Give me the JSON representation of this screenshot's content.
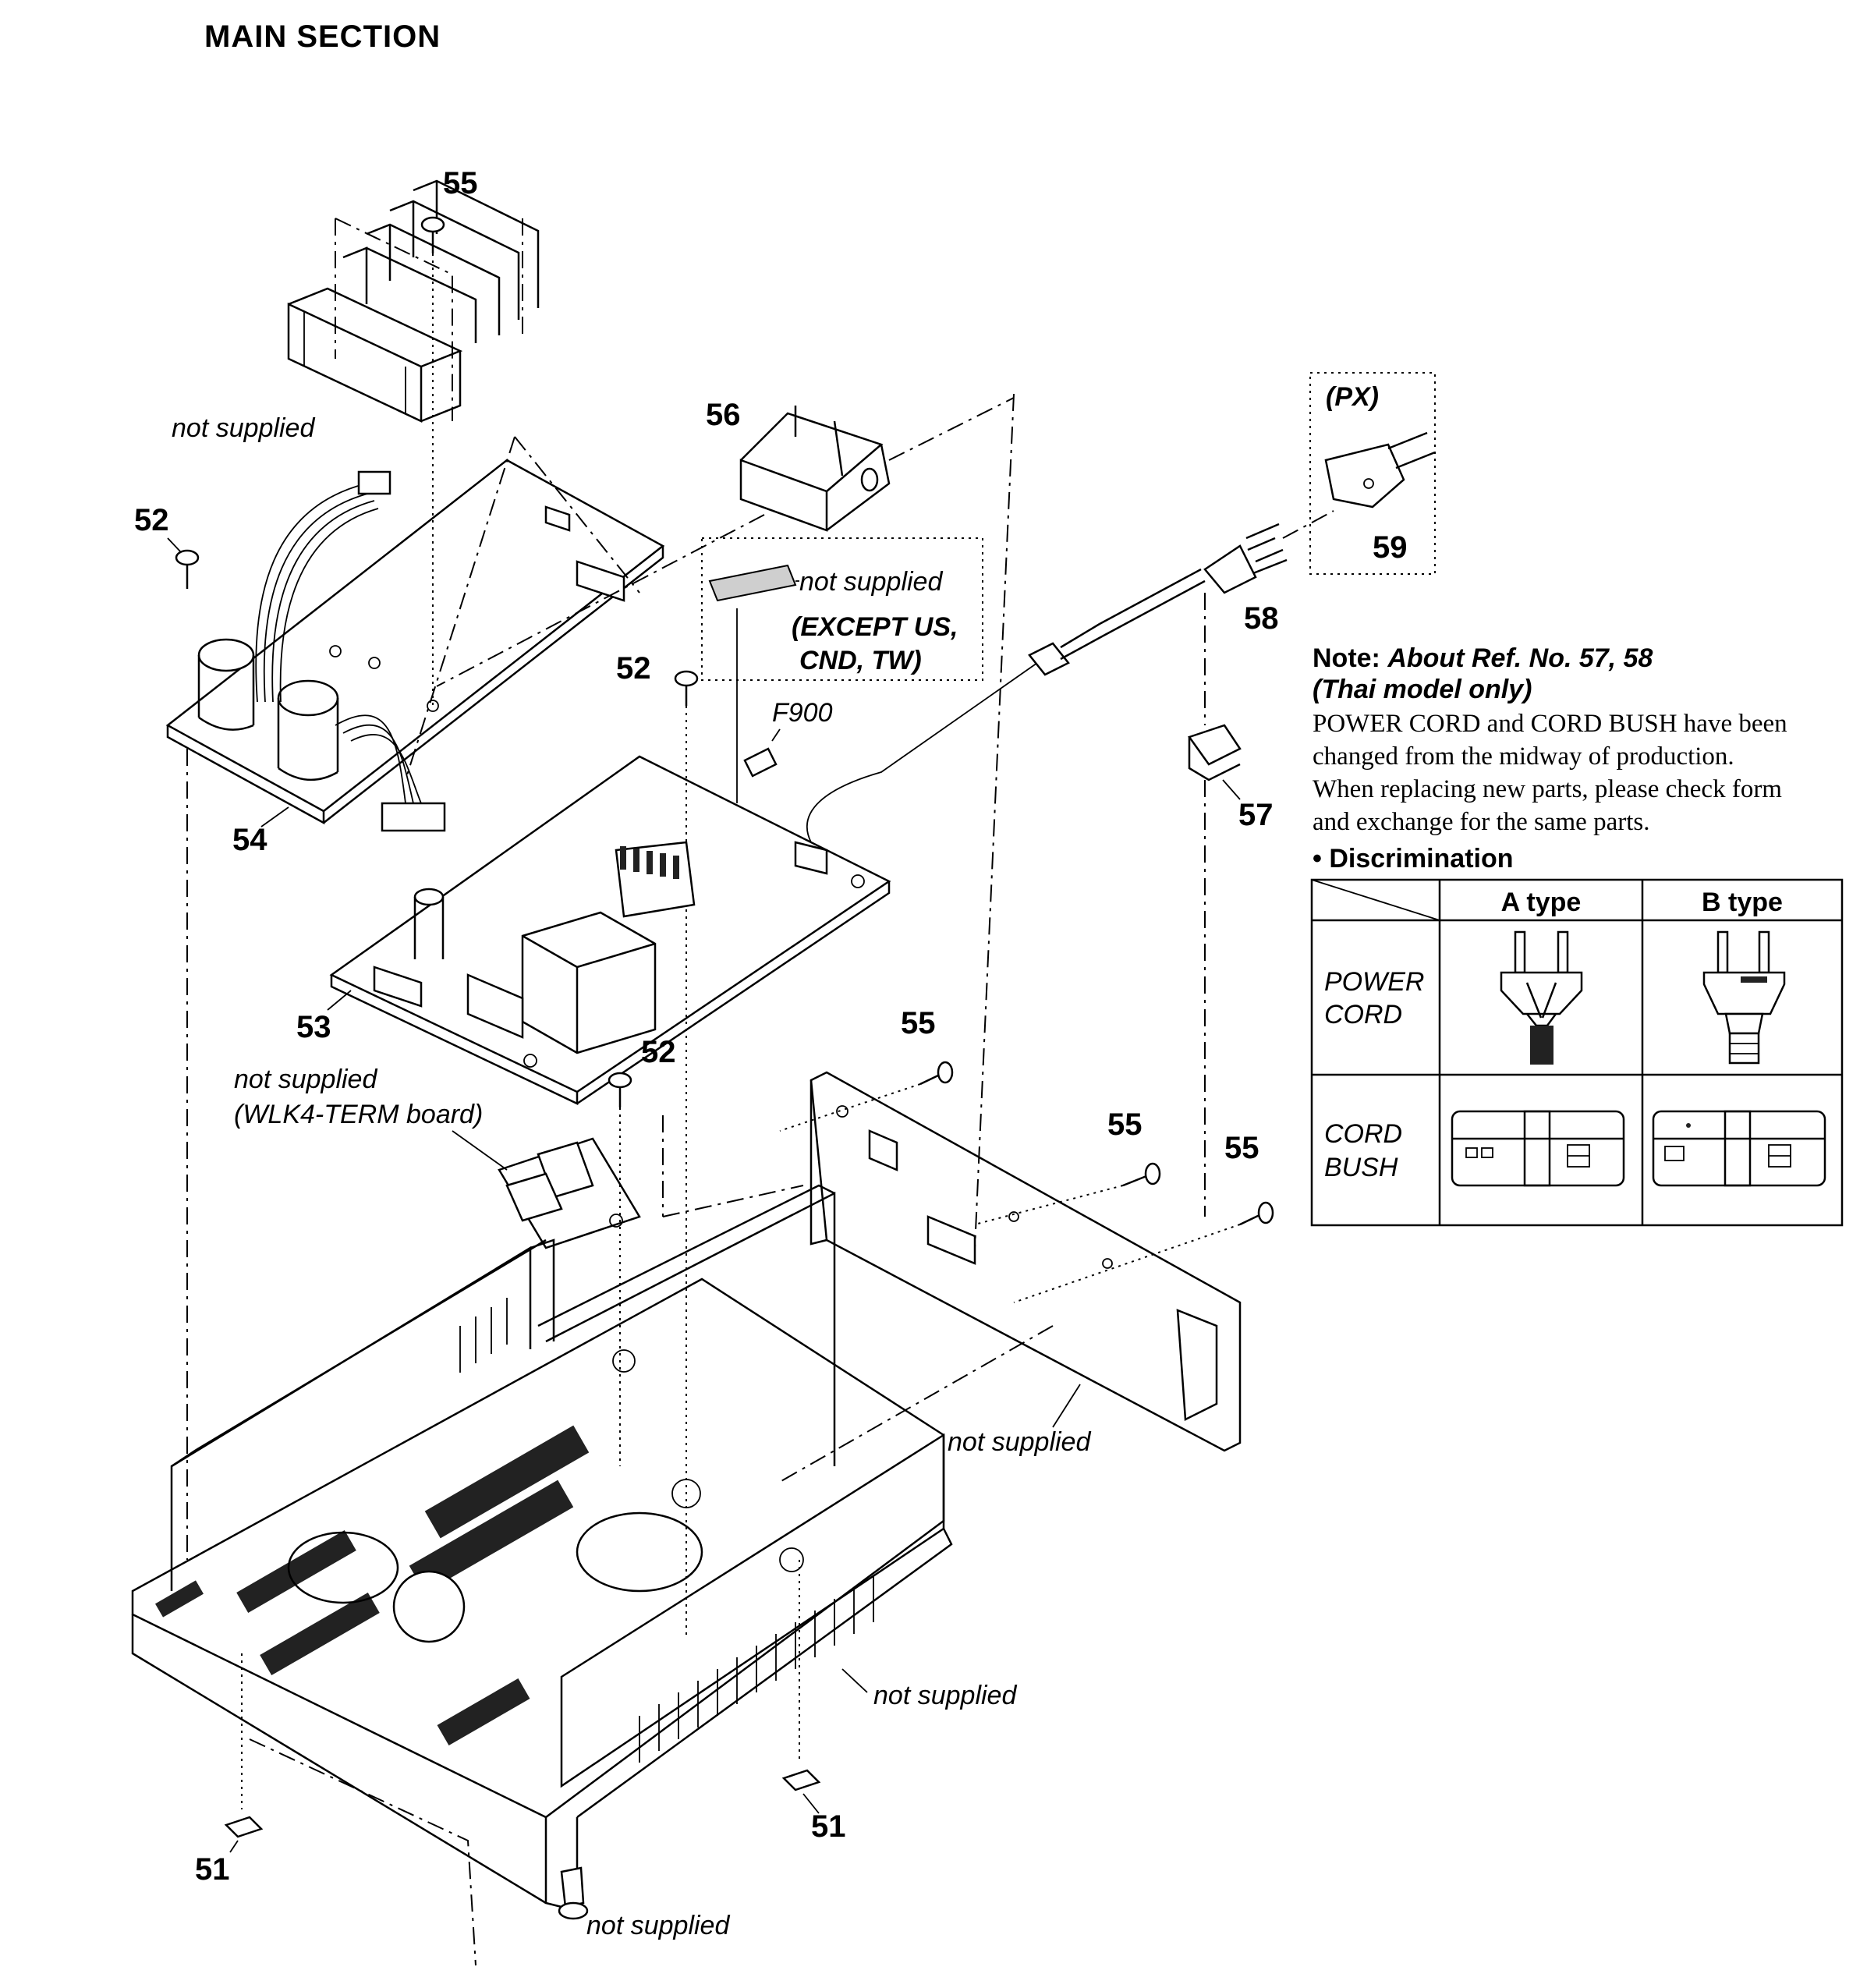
{
  "title": "MAIN  SECTION",
  "callouts": {
    "n51a": "51",
    "n51b": "51",
    "n52a": "52",
    "n52b": "52",
    "n52c": "52",
    "n53": "53",
    "n54": "54",
    "n55a": "55",
    "n55b": "55",
    "n55c": "55",
    "n55d": "55",
    "n56": "56",
    "n57": "57",
    "n58": "58",
    "n59": "59"
  },
  "labels": {
    "not_supplied_heatsink": "not supplied",
    "not_supplied_label": "not supplied",
    "except_line1": "(EXCEPT US,",
    "except_line2": "CND, TW)",
    "fuse": "F900",
    "px": "(PX)",
    "not_supplied_term1": "not supplied",
    "not_supplied_term2": "(WLK4-TERM board)",
    "not_supplied_panel": "not supplied",
    "not_supplied_chassis": "not supplied",
    "not_supplied_foot": "not supplied"
  },
  "note": {
    "prefix": "Note: ",
    "heading": "About Ref. No. 57, 58",
    "subheading": "(Thai model only)",
    "body": [
      "POWER CORD and CORD BUSH have been",
      "changed from the midway of production.",
      "When replacing new parts, please check form",
      "and exchange for the same parts."
    ],
    "discrimination": "• Discrimination"
  },
  "table": {
    "headers": [
      "A type",
      "B type"
    ],
    "rows": [
      {
        "label1": "POWER",
        "label2": "CORD"
      },
      {
        "label1": "CORD",
        "label2": "BUSH"
      }
    ]
  }
}
